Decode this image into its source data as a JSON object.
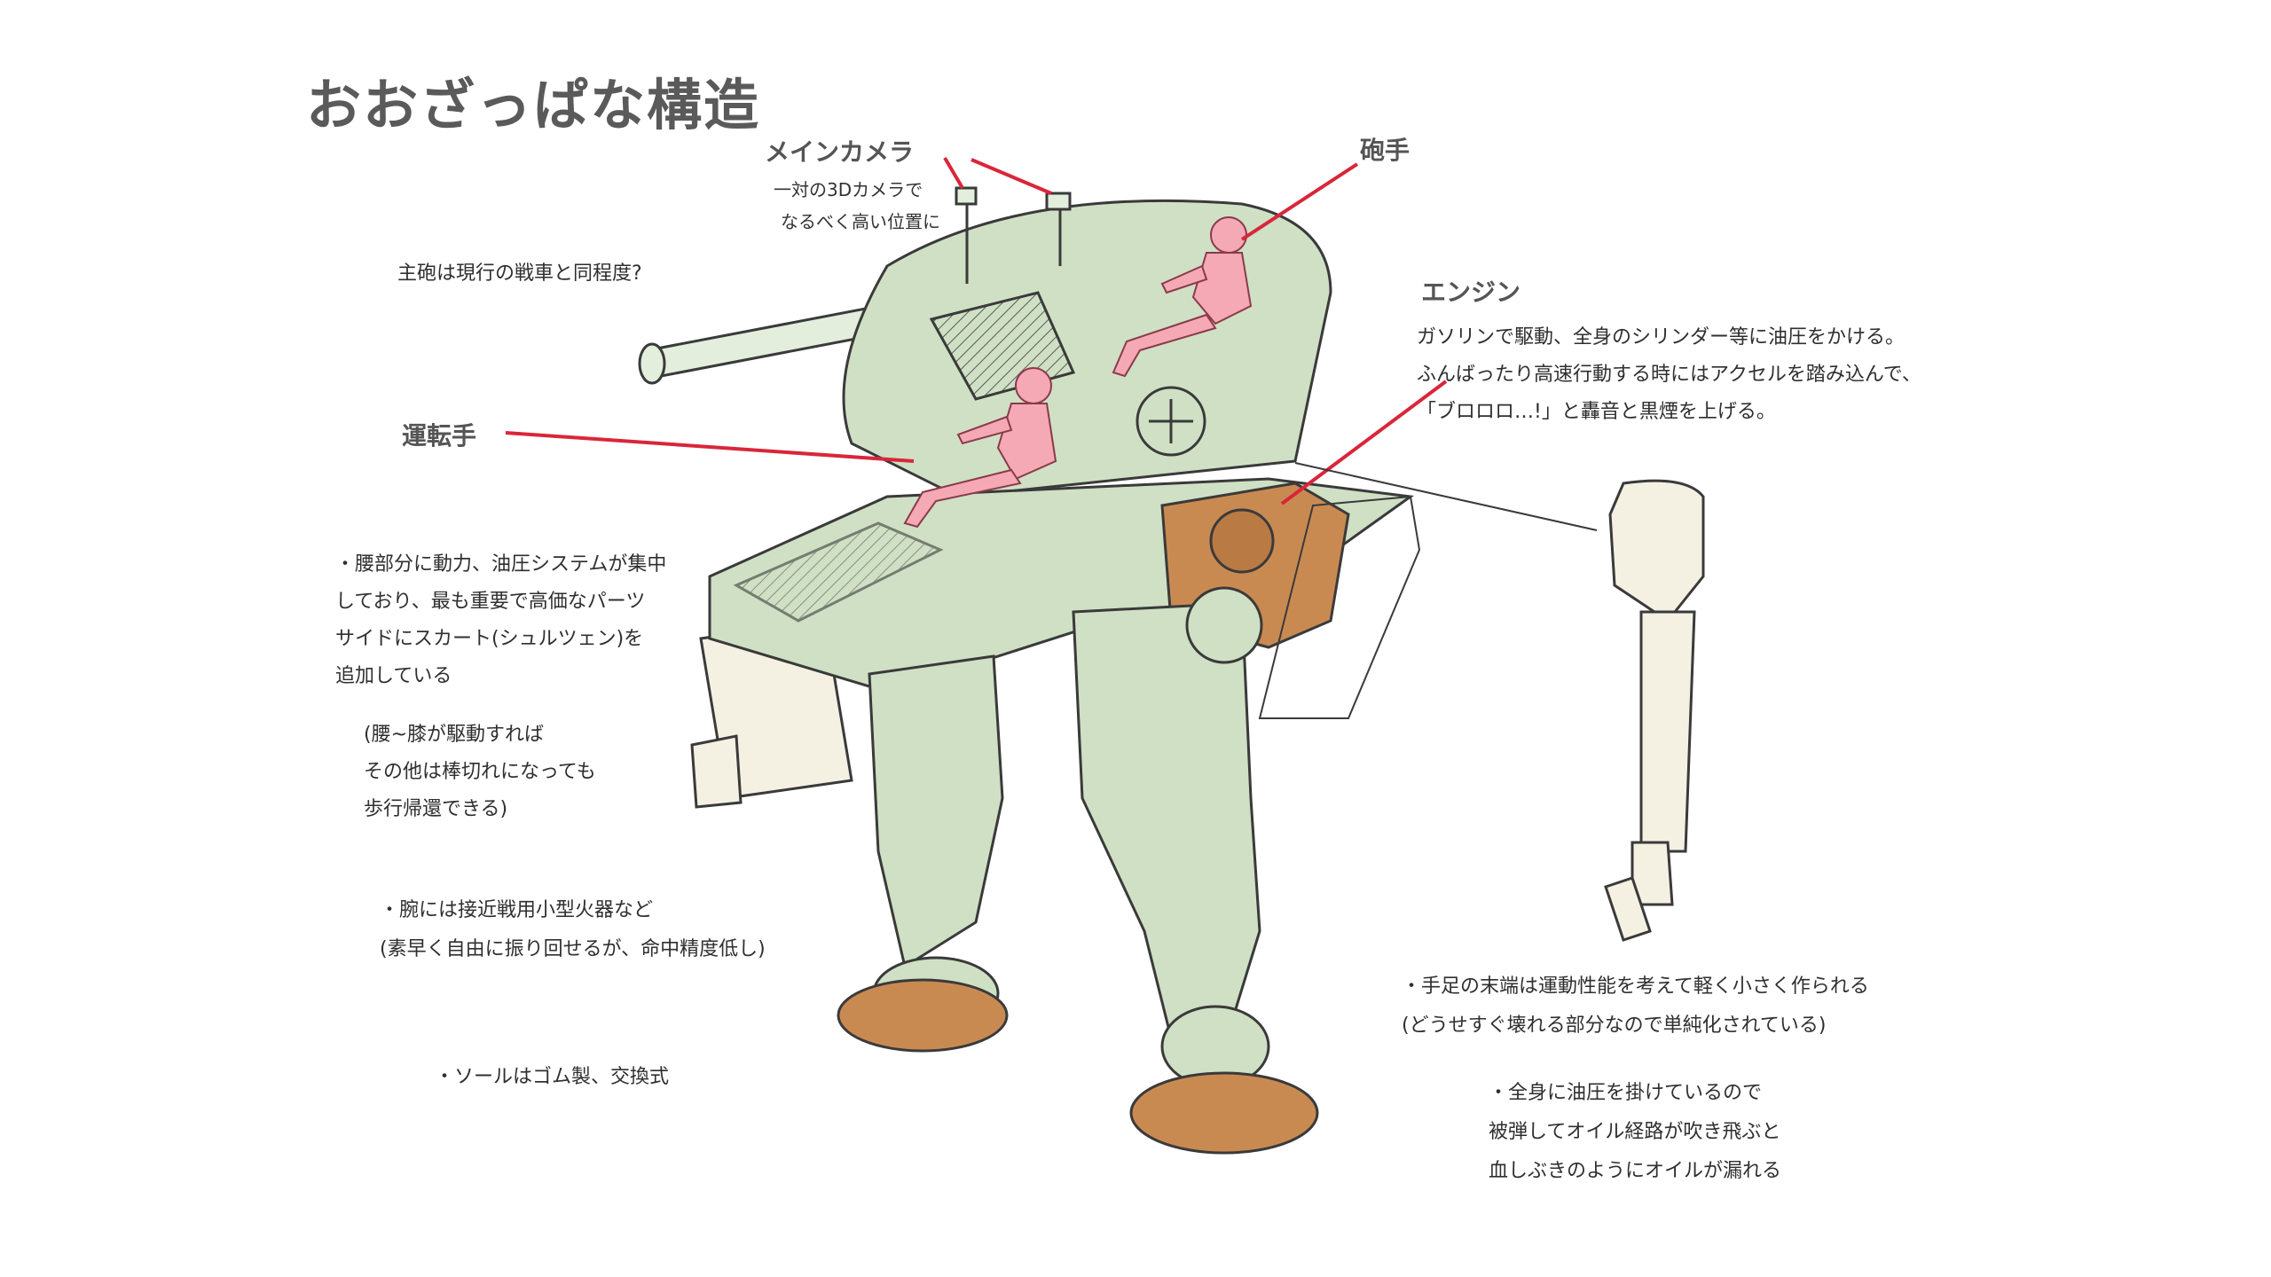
{
  "title": "おおざっぱな構造",
  "labels": {
    "main_camera": "メインカメラ",
    "main_camera_note_1": "一対の3Dカメラで",
    "main_camera_note_2": "なるべく高い位置に",
    "gunner": "砲手",
    "engine": "エンジン",
    "driver": "運転手"
  },
  "notes": {
    "main_gun": "主砲は現行の戦車と同程度?",
    "engine_1": "ガソリンで駆動、全身のシリンダー等に油圧をかける。",
    "engine_2": "ふんばったり高速行動する時にはアクセルを踏み込んで、",
    "engine_3": "「ブロロロ…!」と轟音と黒煙を上げる。",
    "waist_1": "・腰部分に動力、油圧システムが集中",
    "waist_2": "しており、最も重要で高価なパーツ",
    "waist_3": "サイドにスカート(シュルツェン)を",
    "waist_4": "追加している",
    "knee_1": "(腰~膝が駆動すれば",
    "knee_2": "その他は棒切れになっても",
    "knee_3": "歩行帰還できる)",
    "arm_1": "・腕には接近戦用小型火器など",
    "arm_2": "(素早く自由に振り回せるが、命中精度低し)",
    "sole": "・ソールはゴム製、交換式",
    "limb_1": "・手足の末端は運動性能を考えて軽く小さく作られる",
    "limb_2": "(どうせすぐ壊れる部分なので単純化されている)",
    "oil_1": "・全身に油圧を掛けているので",
    "oil_2": "被弾してオイル経路が吹き飛ぶと",
    "oil_3": "血しぶきのようにオイルが漏れる"
  },
  "colors": {
    "body_green": "#cfe0c4",
    "crew_pink": "#f4a9b5",
    "engine_brown": "#c98a52",
    "sole_brown": "#c98a52",
    "leader_red": "#d9263a",
    "line_dark": "#3a3a3a"
  }
}
